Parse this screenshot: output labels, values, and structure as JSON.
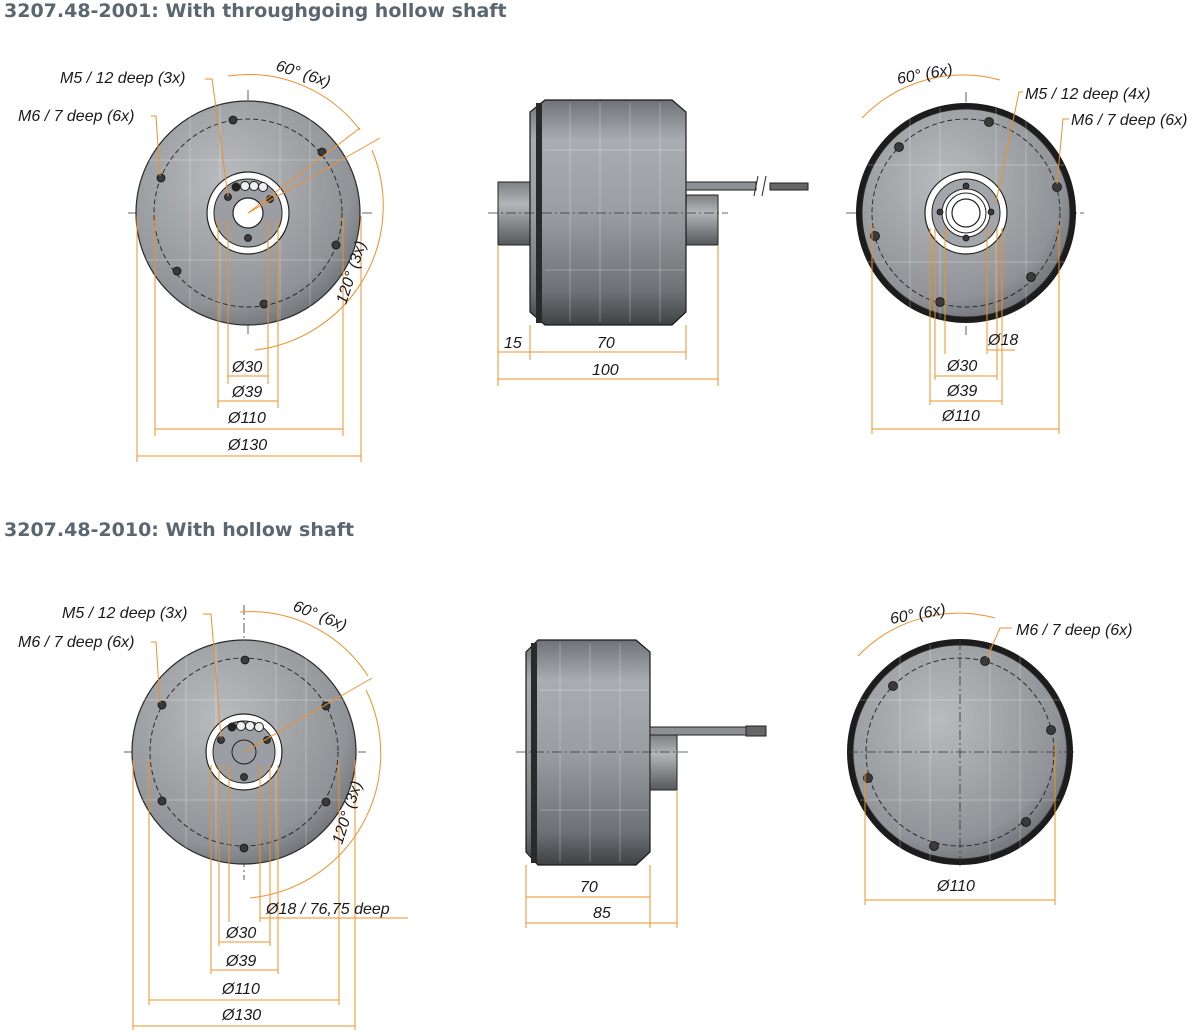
{
  "section1": {
    "title": "3207.48-2001: With throughgoing hollow shaft",
    "front": {
      "angle_label": "60° (6x)",
      "angle_label_2": "120° (3x)",
      "callout_m5": "M5 / 12 deep (3x)",
      "callout_m6": "M6 / 7 deep (6x)",
      "dia_30": "Ø30",
      "dia_39": "Ø39",
      "dia_110": "Ø110",
      "dia_130": "Ø130"
    },
    "side": {
      "len_15": "15",
      "len_70": "70",
      "len_100": "100"
    },
    "rear": {
      "angle_label": "60° (6x)",
      "callout_m5": "M5 / 12 deep (4x)",
      "callout_m6": "M6 / 7 deep (6x)",
      "dia_18": "Ø18",
      "dia_30": "Ø30",
      "dia_39": "Ø39",
      "dia_110": "Ø110"
    }
  },
  "section2": {
    "title": "3207.48-2010: With hollow shaft",
    "front": {
      "angle_label": "60° (6x)",
      "angle_label_2": "120° (3x)",
      "callout_m5": "M5 / 12 deep (3x)",
      "callout_m6": "M6 / 7 deep (6x)",
      "dia_18": "Ø18 / 76,75 deep",
      "dia_30": "Ø30",
      "dia_39": "Ø39",
      "dia_110": "Ø110",
      "dia_130": "Ø130"
    },
    "side": {
      "len_70": "70",
      "len_85": "85"
    },
    "rear": {
      "angle_label": "60° (6x)",
      "callout_m6": "M6 / 7 deep (6x)",
      "dia_110": "Ø110"
    }
  },
  "colors": {
    "dimension": "#f0902a",
    "title": "#5b6770",
    "body_gray": "#8f9296"
  }
}
